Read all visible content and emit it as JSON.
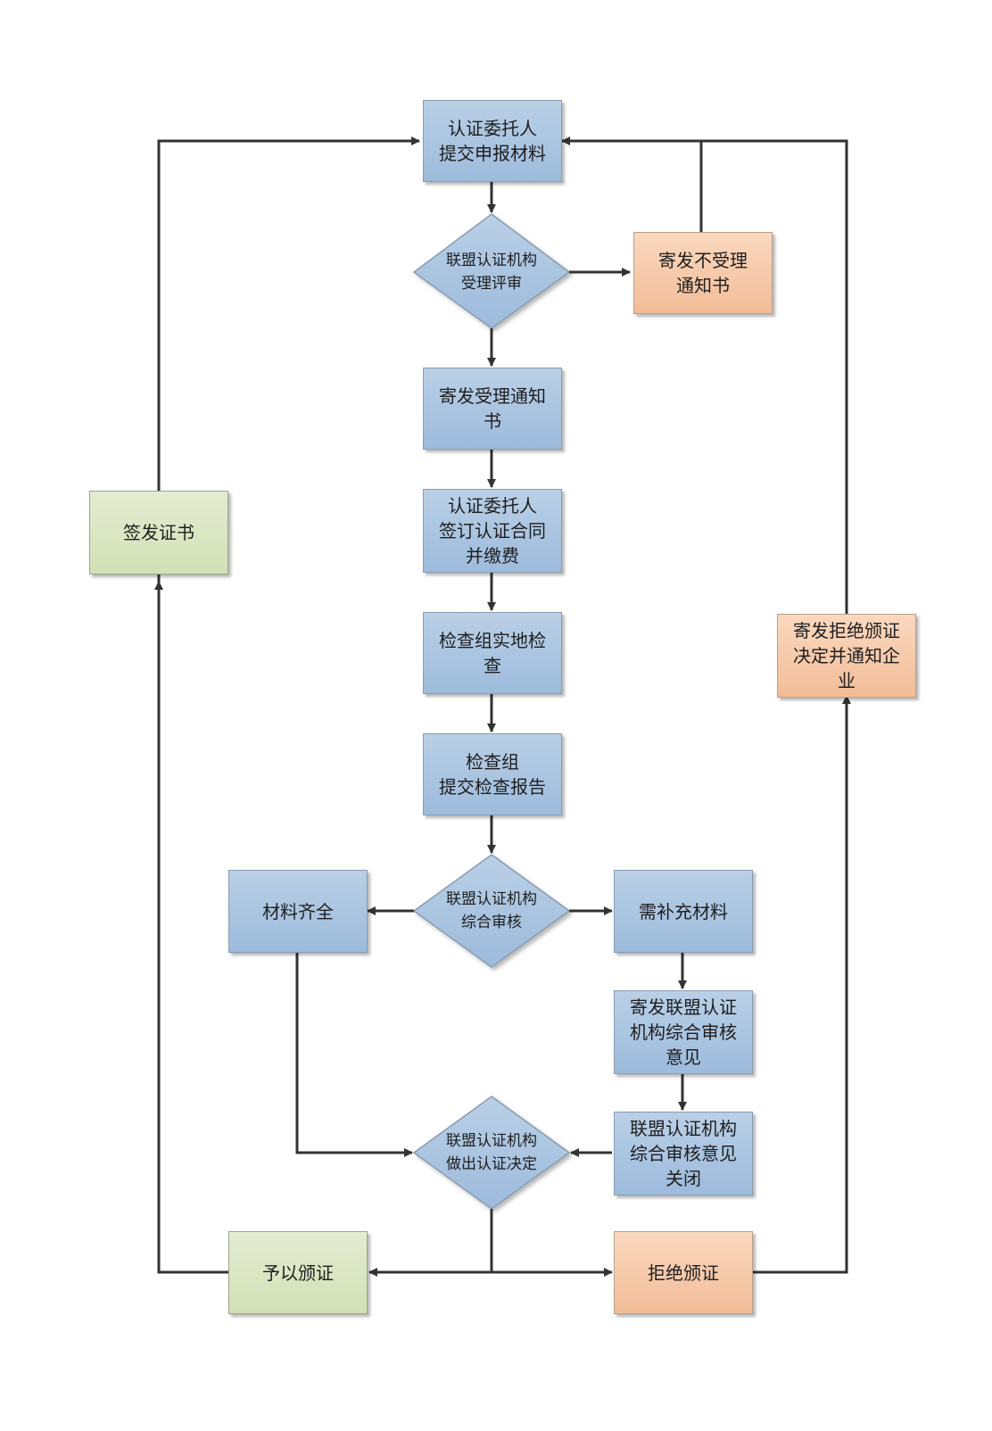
{
  "nodes": {
    "submit": {
      "lines": [
        "认证委托人",
        "提交申报材料"
      ]
    },
    "accept_review": {
      "lines": [
        "联盟认证机构",
        "受理评审"
      ]
    },
    "reject_notice": {
      "lines": [
        "寄发不受理",
        "通知书"
      ]
    },
    "accept_notice": {
      "lines": [
        "寄发受理通知",
        "书"
      ]
    },
    "contract": {
      "lines": [
        "认证委托人",
        "签订认证合同",
        "并缴费"
      ]
    },
    "onsite_check": {
      "lines": [
        "检查组实地检",
        "查"
      ]
    },
    "check_report": {
      "lines": [
        "检查组",
        "提交检查报告"
      ]
    },
    "complete": {
      "lines": [
        "材料齐全"
      ]
    },
    "review": {
      "lines": [
        "联盟认证机构",
        "综合审核"
      ]
    },
    "supplement": {
      "lines": [
        "需补充材料"
      ]
    },
    "send_opinion": {
      "lines": [
        "寄发联盟认证",
        "机构综合审核",
        "意见"
      ]
    },
    "opinion_closed": {
      "lines": [
        "联盟认证机构",
        "综合审核意见",
        "关闭"
      ]
    },
    "decision": {
      "lines": [
        "联盟认证机构",
        "做出认证决定"
      ]
    },
    "grant": {
      "lines": [
        "予以颁证"
      ]
    },
    "refuse": {
      "lines": [
        "拒绝颁证"
      ]
    },
    "issue_cert": {
      "lines": [
        "签发证书"
      ]
    },
    "refuse_notice": {
      "lines": [
        "寄发拒绝颁证",
        "决定并通知企",
        "业"
      ]
    }
  },
  "colors": {
    "process_fill": "#a9c4e2",
    "negative_fill": "#f7cbaa",
    "positive_fill": "#dce6c4",
    "arrow": "#333333"
  }
}
